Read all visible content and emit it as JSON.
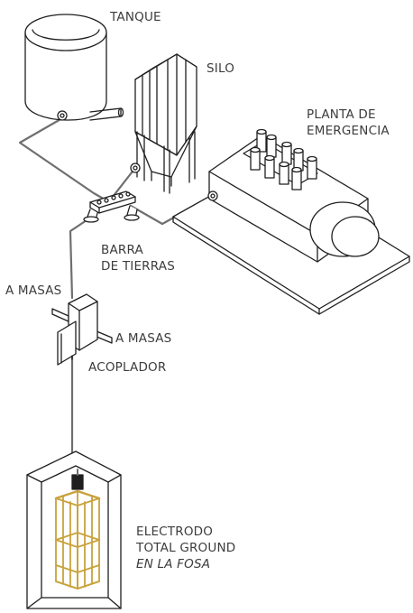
{
  "labels": {
    "tanque": "TANQUE",
    "silo": "SILO",
    "planta_line1": "PLANTA DE",
    "planta_line2": "EMERGENCIA",
    "barra_line1": "BARRA",
    "barra_line2": "DE TIERRAS",
    "a_masas_left": "A MASAS",
    "a_masas_right": "A MASAS",
    "acoplador": "ACOPLADOR",
    "electrodo_line1": "ELECTRODO",
    "electrodo_line2": "TOTAL GROUND",
    "electrodo_line3": "EN LA FOSA"
  },
  "colors": {
    "stroke": "#1f1f1f",
    "wire": "#6f6f6f",
    "electrode": "#c8a23c",
    "text": "#3c3c3c"
  }
}
